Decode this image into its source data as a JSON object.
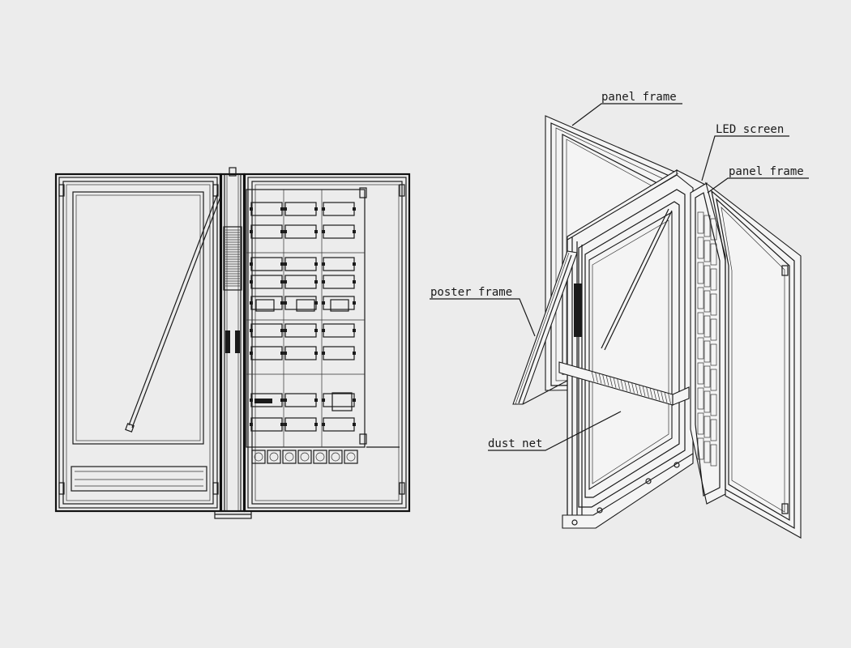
{
  "callouts": {
    "panel_frame_top": "panel frame",
    "led_screen": "LED screen",
    "panel_frame_right": "panel frame",
    "poster_frame": "poster frame",
    "dust_net": "dust net"
  },
  "colors": {
    "background": "#ececec",
    "line": "#1a1a1a"
  }
}
